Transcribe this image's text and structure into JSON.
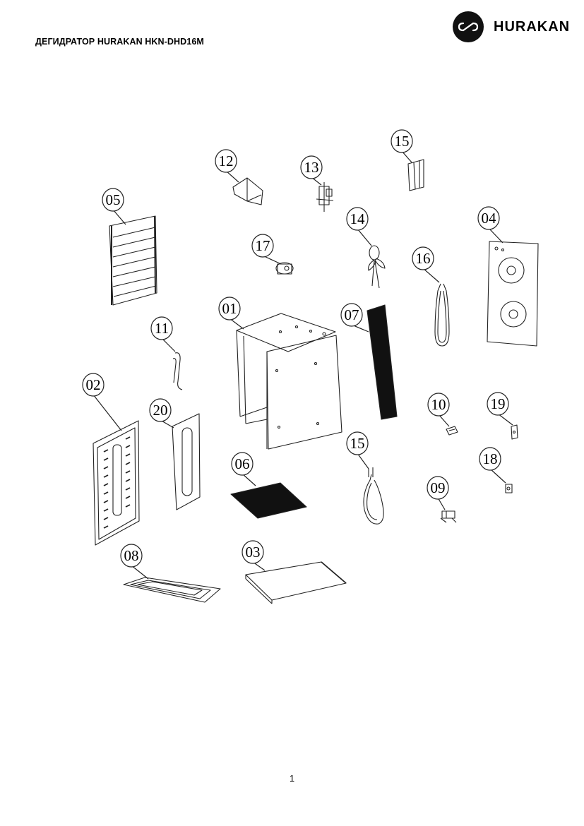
{
  "header": {
    "document_title": "ДЕГИДРАТОР HURAKAN HKN-DHD16M",
    "brand_name": "HURAKAN",
    "brand_logo_icon": "infinity-loop-logo-icon"
  },
  "diagram": {
    "parts": [
      {
        "label": "01",
        "name": "housing-body"
      },
      {
        "label": "02",
        "name": "door-panel"
      },
      {
        "label": "03",
        "name": "bottom-plate"
      },
      {
        "label": "04",
        "name": "rear-fan-panel"
      },
      {
        "label": "05",
        "name": "tray-rack"
      },
      {
        "label": "06",
        "name": "mesh-tray"
      },
      {
        "label": "07",
        "name": "side-mesh-panel"
      },
      {
        "label": "08",
        "name": "drip-tray"
      },
      {
        "label": "09",
        "name": "switch"
      },
      {
        "label": "10",
        "name": "latch-clip"
      },
      {
        "label": "11",
        "name": "door-handle"
      },
      {
        "label": "12",
        "name": "control-box"
      },
      {
        "label": "13",
        "name": "thermostat"
      },
      {
        "label": "14",
        "name": "fan-blade"
      },
      {
        "label": "15",
        "name": "bracket"
      },
      {
        "label": "15",
        "name": "heating-element-lower"
      },
      {
        "label": "16",
        "name": "heating-element"
      },
      {
        "label": "17",
        "name": "motor"
      },
      {
        "label": "18",
        "name": "indicator-lamp"
      },
      {
        "label": "19",
        "name": "mounting-bracket"
      },
      {
        "label": "20",
        "name": "door-glass"
      }
    ]
  },
  "footer": {
    "page_number": "1"
  }
}
